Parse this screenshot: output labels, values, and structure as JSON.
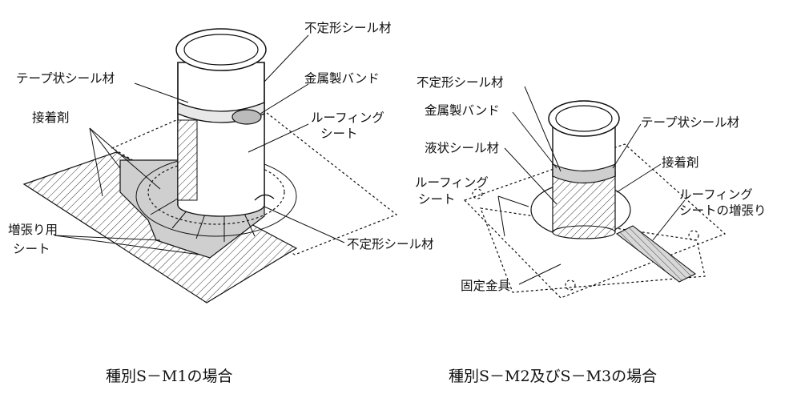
{
  "left_figure": {
    "labels": {
      "amorphous_sealant": "不定形シール材",
      "metal_band": "金属製バンド",
      "tape_sealant": "テープ状シール材",
      "roofing_sheet_line1": "ルーフィング",
      "roofing_sheet_line2": "シート",
      "adhesive": "接着剤",
      "reinforcement_line1": "増張り用",
      "reinforcement_line2": "シート",
      "amorphous_sealant_bottom": "不定形シール材"
    },
    "caption": "種別S－M1の場合"
  },
  "right_figure": {
    "labels": {
      "amorphous_sealant": "不定形シール材",
      "metal_band": "金属製バンド",
      "tape_sealant": "テープ状シール材",
      "liquid_sealant": "液状シール材",
      "adhesive": "接着剤",
      "roofing_sheet_line1": "ルーフィング",
      "roofing_sheet_line2": "シート",
      "roofing_reinforce_line1": "ルーフィング",
      "roofing_reinforce_line2": "シートの増張り",
      "fixing_metal": "固定金具"
    },
    "caption": "種別S－M2及びS－M3の場合"
  }
}
